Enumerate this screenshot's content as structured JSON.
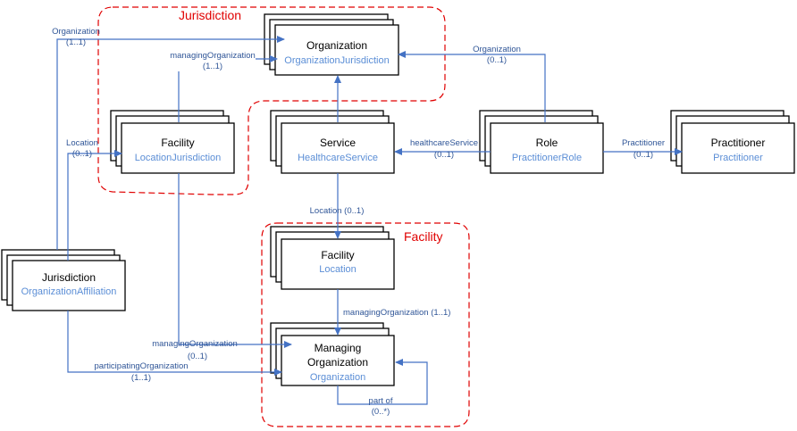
{
  "regions": {
    "jurisdiction": "Jurisdiction",
    "facility": "Facility"
  },
  "nodes": {
    "organization": {
      "title": "Organization",
      "subtitle": "OrganizationJurisdiction"
    },
    "facility_top": {
      "title": "Facility",
      "subtitle": "LocationJurisdiction"
    },
    "service": {
      "title": "Service",
      "subtitle": "HealthcareService"
    },
    "role": {
      "title": "Role",
      "subtitle": "PractitionerRole"
    },
    "practitioner": {
      "title": "Practitioner",
      "subtitle": "Practitioner"
    },
    "facility_location": {
      "title": "Facility",
      "subtitle": "Location"
    },
    "jurisdiction": {
      "title": "Jurisdiction",
      "subtitle": "OrganizationAffiliation"
    },
    "managing_org": {
      "title_line1": "Managing",
      "title_line2": "Organization",
      "subtitle": "Organization"
    }
  },
  "edges": {
    "aff_organization": {
      "name": "Organization",
      "card": "(1..1)"
    },
    "facility_managing_org": {
      "name": "managingOrganization",
      "card": "(1..1)"
    },
    "role_organization": {
      "name": "Organization",
      "card": "(0..1)"
    },
    "aff_location": {
      "name": "Location",
      "card": "(0..1)"
    },
    "role_healthcare_service": {
      "name": "healthcareService",
      "card": "(0..1)"
    },
    "role_practitioner": {
      "name": "Practitioner",
      "card": "(0..1)"
    },
    "service_location": {
      "label": "Location (0..1)"
    },
    "location_managing_org": {
      "label": "managingOrganization (1..1)"
    },
    "facility_managing_org2": {
      "name": "managingOrganization",
      "card": "(0..1)"
    },
    "participating_org": {
      "name": "participatingOrganization",
      "card": "(1..1)"
    },
    "part_of": {
      "name": "part of",
      "card": "(0..*)"
    }
  }
}
